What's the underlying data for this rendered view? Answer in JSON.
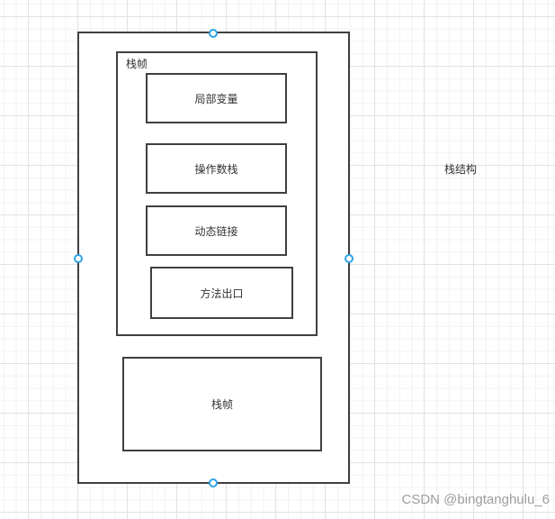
{
  "colors": {
    "stroke": "#404040",
    "handle": "#2fa3e8",
    "text": "#333333",
    "watermark": "#9e9e9e",
    "grid_minor": "#f2f2f2",
    "grid_major": "#e3e3e3",
    "fill": "#ffffff"
  },
  "diagram": {
    "stack_frame_top": {
      "label": "栈帧",
      "boxes": [
        {
          "label": "局部变量"
        },
        {
          "label": "操作数栈"
        },
        {
          "label": "动态链接"
        },
        {
          "label": "方法出口"
        }
      ]
    },
    "stack_frame_bottom": {
      "label": "栈帧"
    },
    "side_label": "栈结构",
    "watermark": "CSDN @bingtanghulu_6"
  }
}
